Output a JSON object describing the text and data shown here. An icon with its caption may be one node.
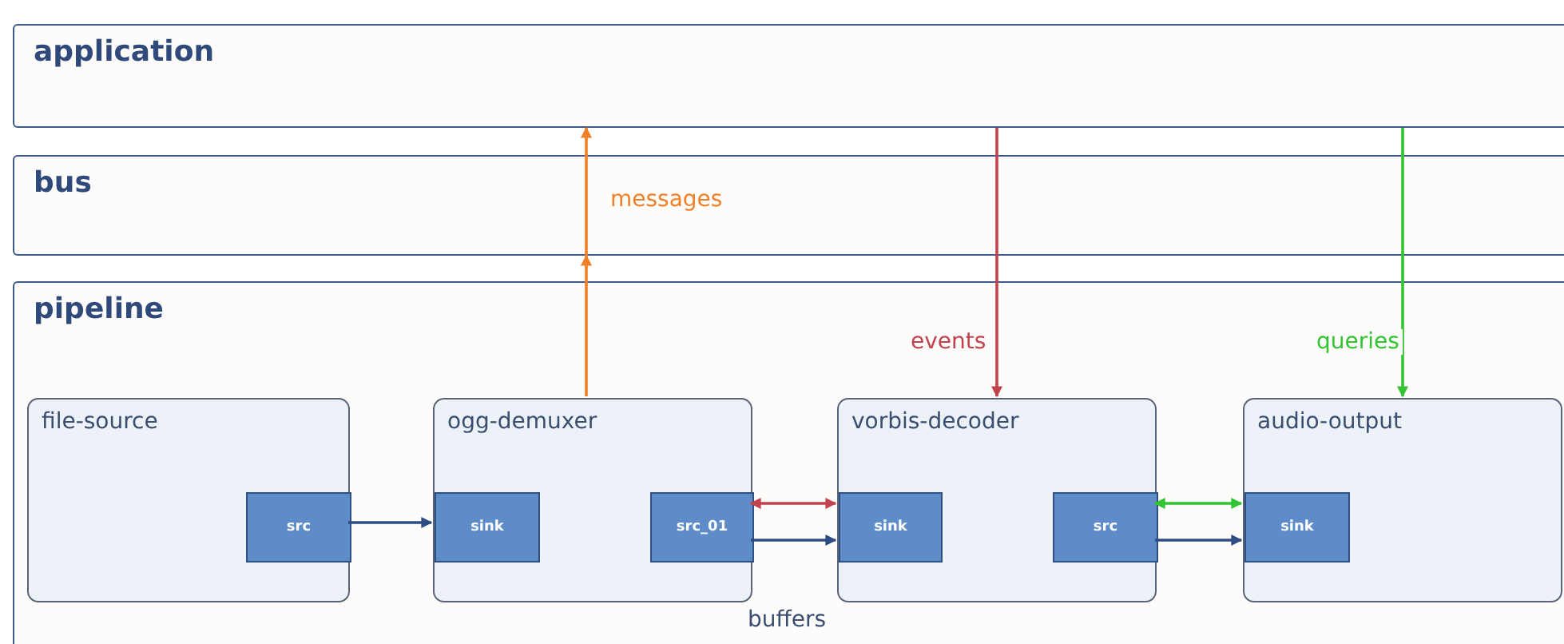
{
  "diagram": {
    "nodes": [
      {
        "text": [
          "application"
        ]
      },
      {
        "text": [
          "bus"
        ]
      },
      {
        "text": [
          "pipeline"
        ]
      },
      {
        "text": [
          "file-source"
        ],
        "in": 2
      },
      {
        "text": [
          "src"
        ],
        "in": 3
      },
      {
        "text": [
          "ogg-demuxer"
        ],
        "in": 2
      },
      {
        "text": [
          "sink"
        ],
        "in": 5
      },
      {
        "text": [
          "src_01"
        ],
        "in": 5
      },
      {
        "text": [
          "vorbis-decoder"
        ],
        "in": 2
      },
      {
        "text": [
          "sink"
        ],
        "in": 8
      },
      {
        "text": [
          "src"
        ],
        "in": 8
      },
      {
        "text": [
          "audio-output"
        ],
        "in": 2
      },
      {
        "text": [
          "sink"
        ],
        "in": 11
      }
    ],
    "edges": [
      {
        "from": 5,
        "to": 1,
        "arrow": "to",
        "color": "#f07f28"
      },
      {
        "from": 1,
        "to": 0,
        "arrow": "to",
        "label": "messages",
        "color": "#f07f28"
      },
      {
        "from": 0,
        "to": 1,
        "arrow": "none",
        "color": "#c2434e"
      },
      {
        "from": 1,
        "to": 8,
        "arrow": "to",
        "label": "events",
        "color": "#c2434e"
      },
      {
        "from": 0,
        "to": 1,
        "arrow": "none",
        "color": "#33c433"
      },
      {
        "from": 1,
        "to": 11,
        "arrow": "to",
        "label": "queries",
        "color": "#33c433"
      },
      {
        "from": 4,
        "to": 6,
        "arrow": "to",
        "color": "#2d4c82"
      },
      {
        "from": 7,
        "to": 9,
        "arrow": "both",
        "color": "#c2434e"
      },
      {
        "from": 7,
        "to": 9,
        "arrow": "to",
        "color": "#2d4c82"
      },
      {
        "from": 10,
        "to": 12,
        "arrow": "both",
        "color": "#33c433"
      },
      {
        "from": 10,
        "to": 12,
        "arrow": "to",
        "color": "#2d4c82"
      }
    ],
    "labels": [
      "buffers"
    ]
  }
}
